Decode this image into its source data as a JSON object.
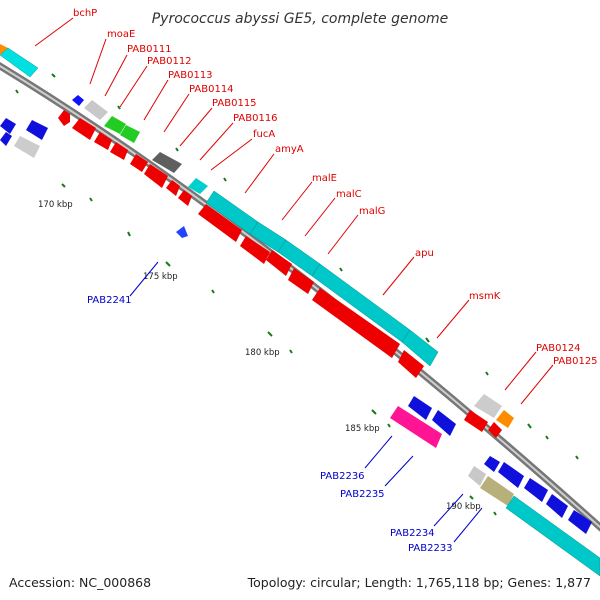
{
  "title": "Pyrococcus abyssi GE5, complete genome",
  "footer": {
    "accession": "Accession: NC_000868",
    "topology": "Topology: circular; Length: 1,765,118 bp; Genes: 1,877"
  },
  "tick_labels": [
    "170 kbp",
    "175 kbp",
    "180 kbp",
    "185 kbp",
    "190 kbp"
  ],
  "forward_labels": [
    "bchP",
    "moaE",
    "PAB0111",
    "PAB0112",
    "PAB0113",
    "PAB0114",
    "PAB0115",
    "PAB0116",
    "fucA",
    "amyA",
    "malE",
    "malC",
    "malG",
    "apu",
    "msmK",
    "PAB0124",
    "PAB0125"
  ],
  "reverse_labels": [
    "PAB2241",
    "PAB2236",
    "PAB2235",
    "PAB2234",
    "PAB2233"
  ],
  "colors": {
    "red_label": "#e00000",
    "blue_label": "#0000cc",
    "backbone": "#8a8a8a",
    "tick": "#1a7a1a"
  }
}
